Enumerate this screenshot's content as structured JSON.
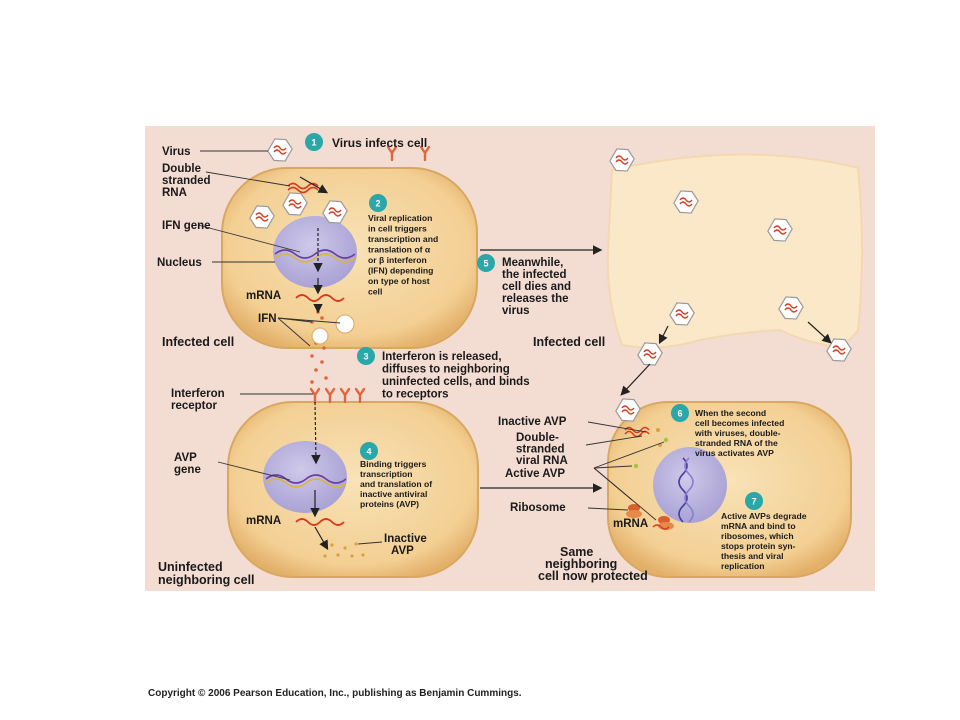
{
  "labels": {
    "virus": "Virus",
    "dsrna": [
      "Double",
      "stranded",
      "RNA"
    ],
    "ifn_gene": "IFN gene",
    "nucleus": "Nucleus",
    "mrna": "mRNA",
    "ifn": "IFN",
    "infected_cell": "Infected cell",
    "interferon_receptor": [
      "Interferon",
      "receptor"
    ],
    "avp_gene": [
      "AVP",
      "gene"
    ],
    "mrna2": "mRNA",
    "inactive_avp_lower": [
      "Inactive",
      "AVP"
    ],
    "uninfected_cell": [
      "Uninfected",
      "neighboring cell"
    ],
    "infected_cell_right": "Infected cell",
    "inactive_avp_right": "Inactive AVP",
    "dsviral_rna": [
      "Double-",
      "stranded",
      "viral RNA"
    ],
    "active_avp": "Active AVP",
    "ribosome": "Ribosome",
    "mrna3": "mRNA",
    "protected_cell": [
      "Same",
      "neighboring",
      "cell now protected"
    ]
  },
  "steps": [
    {
      "num": "1",
      "lines": [
        "Virus infects cell"
      ]
    },
    {
      "num": "2",
      "lines": [
        "Viral replication",
        "in cell triggers",
        "transcription and",
        "translation of α",
        "or β interferon",
        "(IFN) depending",
        "on type of host",
        "cell"
      ]
    },
    {
      "num": "3",
      "lines": [
        "Interferon is released,",
        "diffuses to neighboring",
        "uninfected cells, and binds",
        "to receptors"
      ]
    },
    {
      "num": "4",
      "lines": [
        "Binding triggers",
        "transcription",
        "and translation of",
        "inactive antiviral",
        "proteins (AVP)"
      ]
    },
    {
      "num": "5",
      "lines": [
        "Meanwhile,",
        "the infected",
        "cell dies and",
        "releases the",
        "virus"
      ]
    },
    {
      "num": "6",
      "lines": [
        "When the second",
        "cell becomes infected",
        "with viruses, double-",
        "stranded RNA of the",
        "virus activates AVP"
      ]
    },
    {
      "num": "7",
      "lines": [
        "Active AVPs degrade",
        "mRNA and bind to",
        "ribosomes, which",
        "stops protein syn-",
        "thesis and viral",
        "replication"
      ]
    }
  ],
  "copyright": "Copyright © 2006 Pearson Education, Inc., publishing as Benjamin Cummings.",
  "colors": {
    "panel": "#f3dcd2",
    "cell": "#f6d9a6",
    "cell_edge": "#d9a860",
    "nucleus": "#b9b2dc",
    "rna": "#d83a1e",
    "step_badge": "#2aa7a8",
    "dead_cell": "#fbe8c9"
  }
}
